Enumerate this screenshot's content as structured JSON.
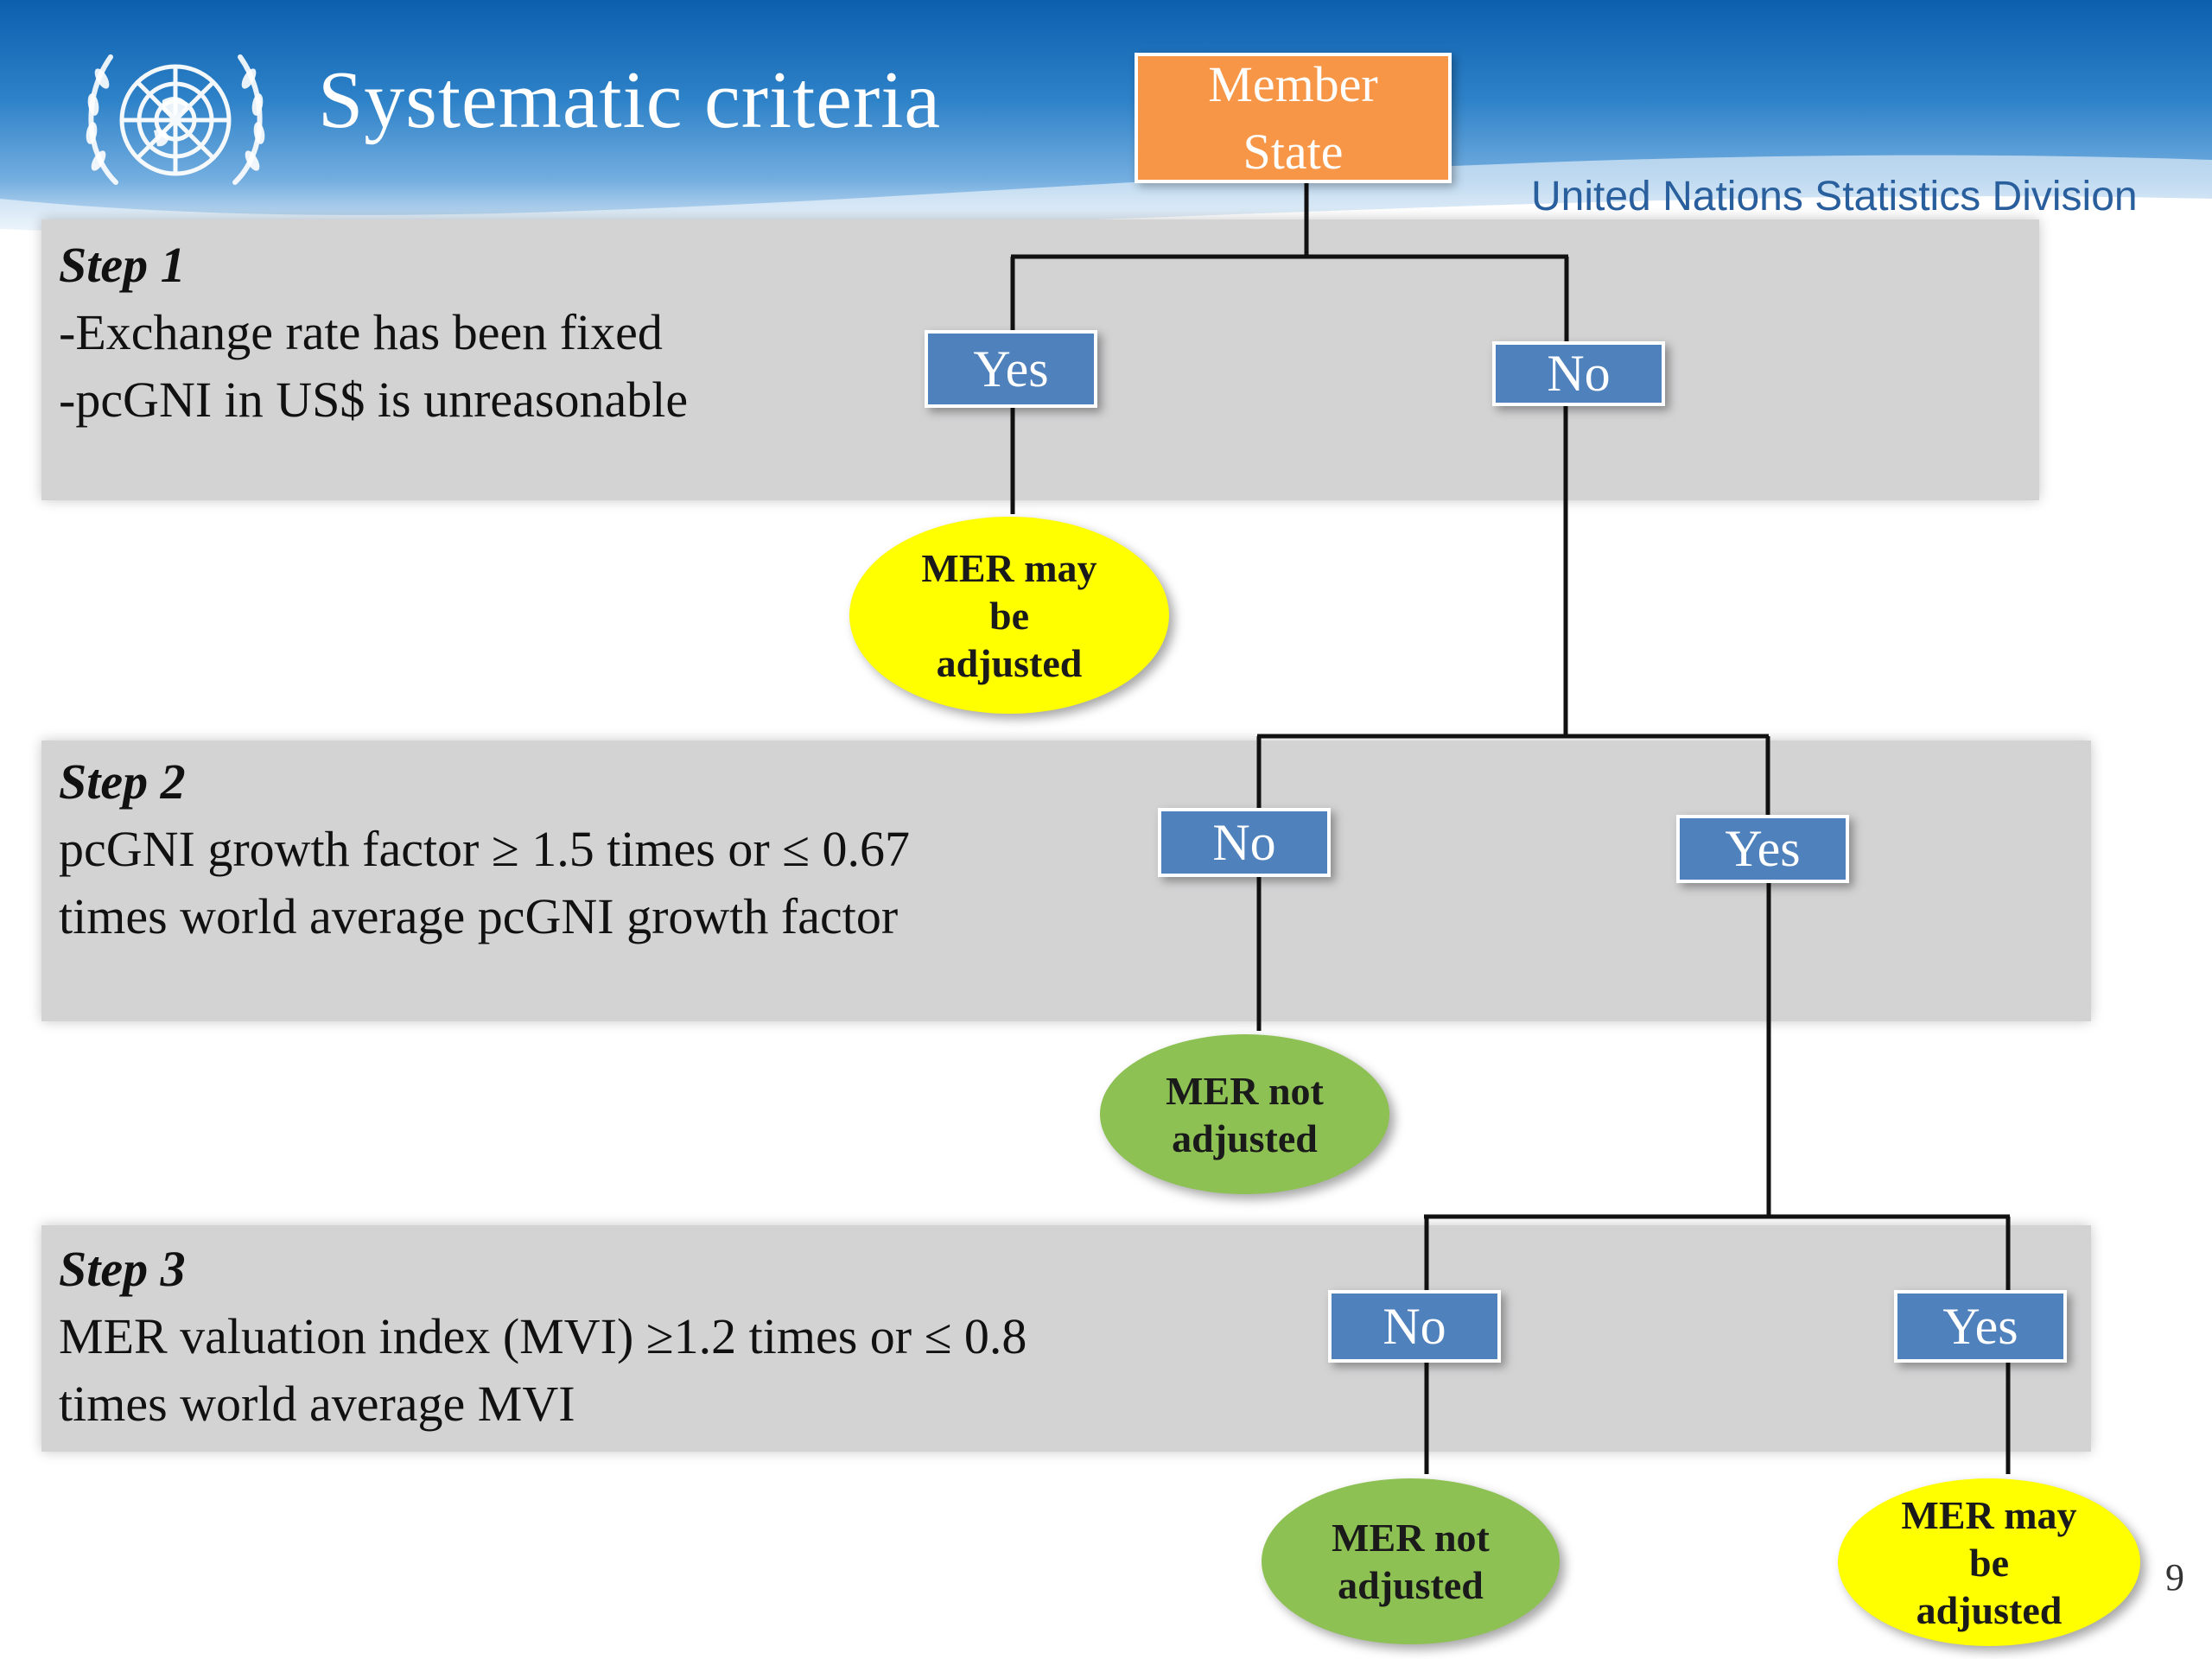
{
  "header": {
    "title": "Systematic criteria",
    "organization": "United Nations Statistics Division",
    "logo_icon": "un-emblem-icon"
  },
  "root": {
    "label_line1": "Member",
    "label_line2": "State",
    "color": "#f79646"
  },
  "steps": [
    {
      "heading": "Step 1",
      "lines": [
        "-Exchange rate has been fixed",
        "-pcGNI in US$ is unreasonable"
      ]
    },
    {
      "heading": "Step 2",
      "lines": [
        "pcGNI growth factor ≥ 1.5 times or ≤ 0.67",
        "times world average pcGNI growth factor"
      ]
    },
    {
      "heading": "Step 3",
      "lines": [
        "MER valuation index (MVI) ≥1.2 times or ≤ 0.8",
        "times world average MVI"
      ]
    }
  ],
  "decisions": {
    "step1_yes": "Yes",
    "step1_no": "No",
    "step2_no": "No",
    "step2_yes": "Yes",
    "step3_no": "No",
    "step3_yes": "Yes"
  },
  "outcomes": {
    "step1_may": {
      "line1": "MER may",
      "line2": "be",
      "line3": "adjusted"
    },
    "step2_not": {
      "line1": "MER not",
      "line2": "adjusted"
    },
    "step3_not": {
      "line1": "MER not",
      "line2": "adjusted"
    },
    "step3_may": {
      "line1": "MER may",
      "line2": "be",
      "line3": "adjusted"
    }
  },
  "colors": {
    "decision_box": "#4f81bd",
    "outcome_may": "#ffff00",
    "outcome_not": "#8dc153",
    "step_panel": "#d3d3d4"
  },
  "page_number": "9"
}
